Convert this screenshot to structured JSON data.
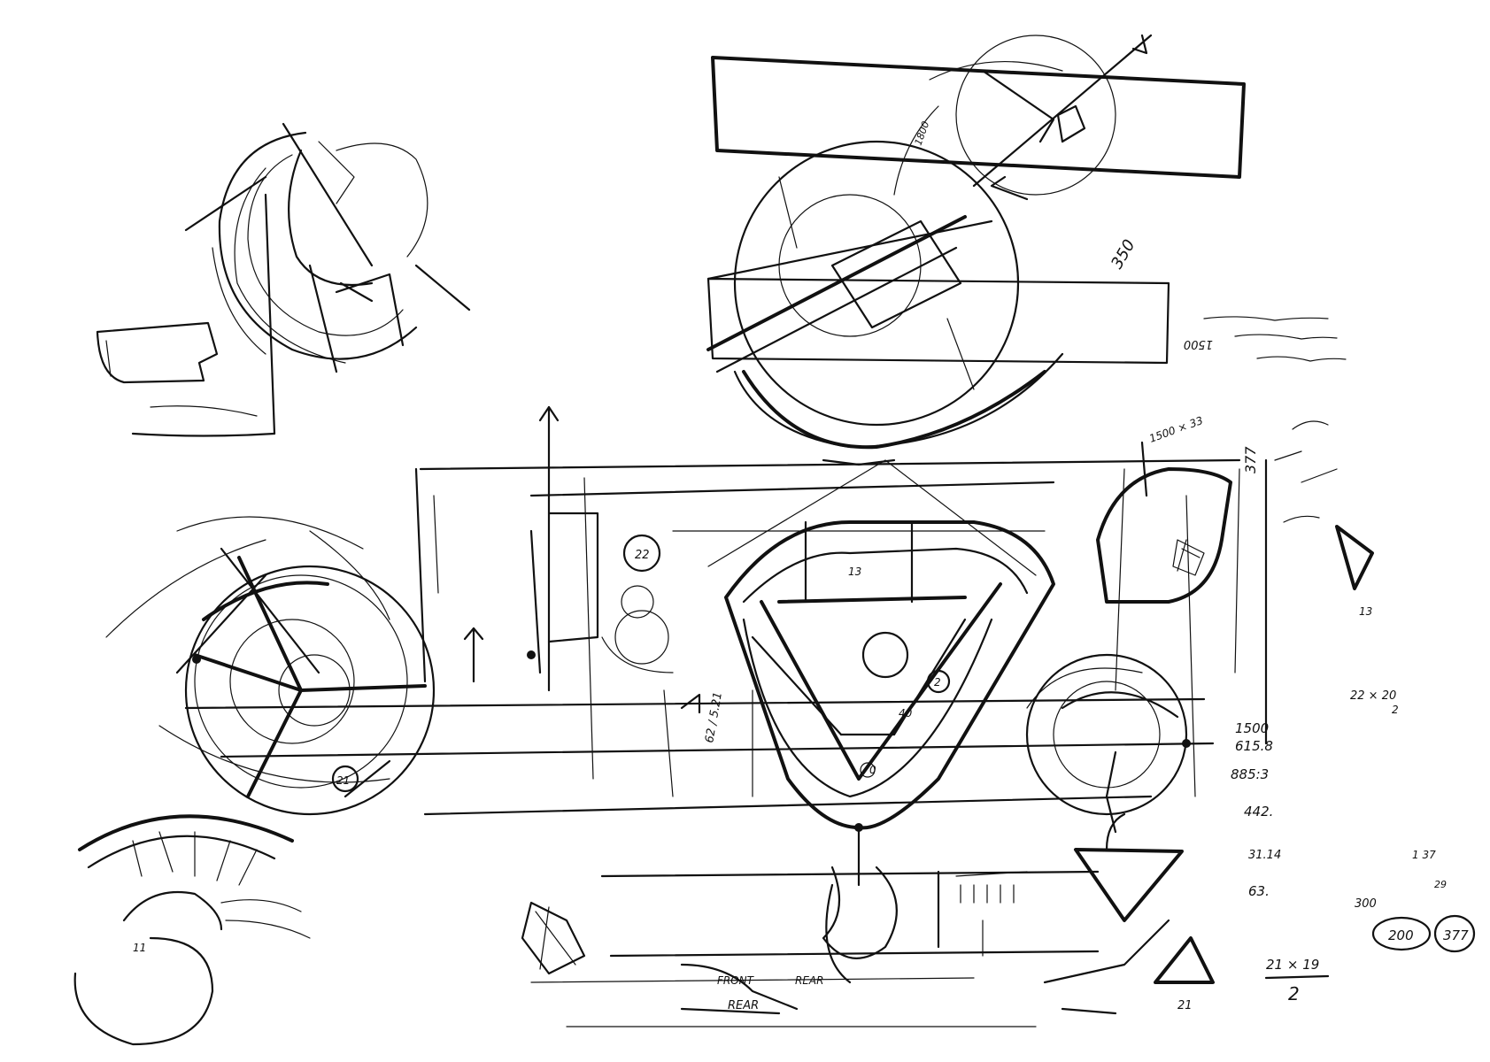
{
  "notes": {
    "calc_1500_33": "1500 × 33",
    "calc_1500": "1500",
    "calc_615": "615.8",
    "calc_885": "885:3",
    "calc_442": "442.",
    "calc_3114": "31.14",
    "calc_63": "63.",
    "calc_300": "300",
    "calc_137": "1 37",
    "calc_29": "29",
    "calc_22_20": "22 × 20",
    "calc_22_20_div": "2",
    "calc_21_19": "21 × 19",
    "calc_21_19_div": "2",
    "circled_200": "200",
    "circled_377": "377",
    "label_21_bottom": "21",
    "label_13": "13",
    "label_350": "350",
    "label_377": "377",
    "label_1800": "1800",
    "label_1500_top": "1500",
    "label_front": "FRONT",
    "label_rear": "REAR",
    "label_rear2": "REAR",
    "circle_21": "21",
    "circle_22": "22",
    "circle_2": "2",
    "label_62_521": "62 / 5.21",
    "label_40": "40",
    "label_11": "11",
    "label_13_panel": "13",
    "label_0": "0"
  }
}
